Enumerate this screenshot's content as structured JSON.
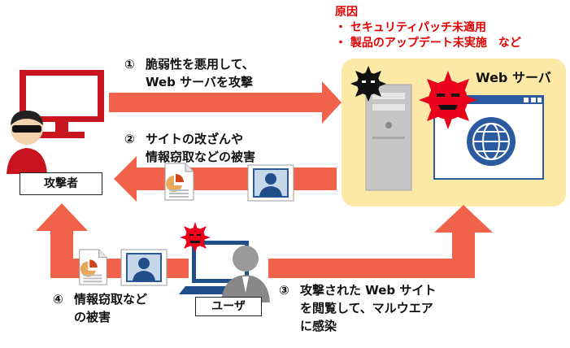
{
  "cause": {
    "title": "原因",
    "items": [
      "・ セキュリティパッチ未適用",
      "・ 製品のアップデート未実施　など"
    ]
  },
  "server": {
    "label": "Web サーバ"
  },
  "attacker": {
    "label": "攻撃者"
  },
  "user": {
    "label": "ユーザ"
  },
  "steps": {
    "s1": {
      "num": "①",
      "line1": "脆弱性を悪用して、",
      "line2": "Web サーバを攻撃"
    },
    "s2": {
      "num": "②",
      "line1": "サイトの改ざんや",
      "line2": "情報窃取などの被害"
    },
    "s3": {
      "num": "③",
      "line1": "攻撃された Web サイト",
      "line2": "を閲覧して、マルウエア",
      "line3": "に感染"
    },
    "s4": {
      "num": "④",
      "line1": "情報窃取など",
      "line2": "の被害"
    }
  },
  "colors": {
    "arrow": "#f0624a",
    "virus": "#e8001c",
    "panel": "#fde9a6",
    "monitor_red": "#c8141e",
    "cause_text": "#e00000"
  }
}
